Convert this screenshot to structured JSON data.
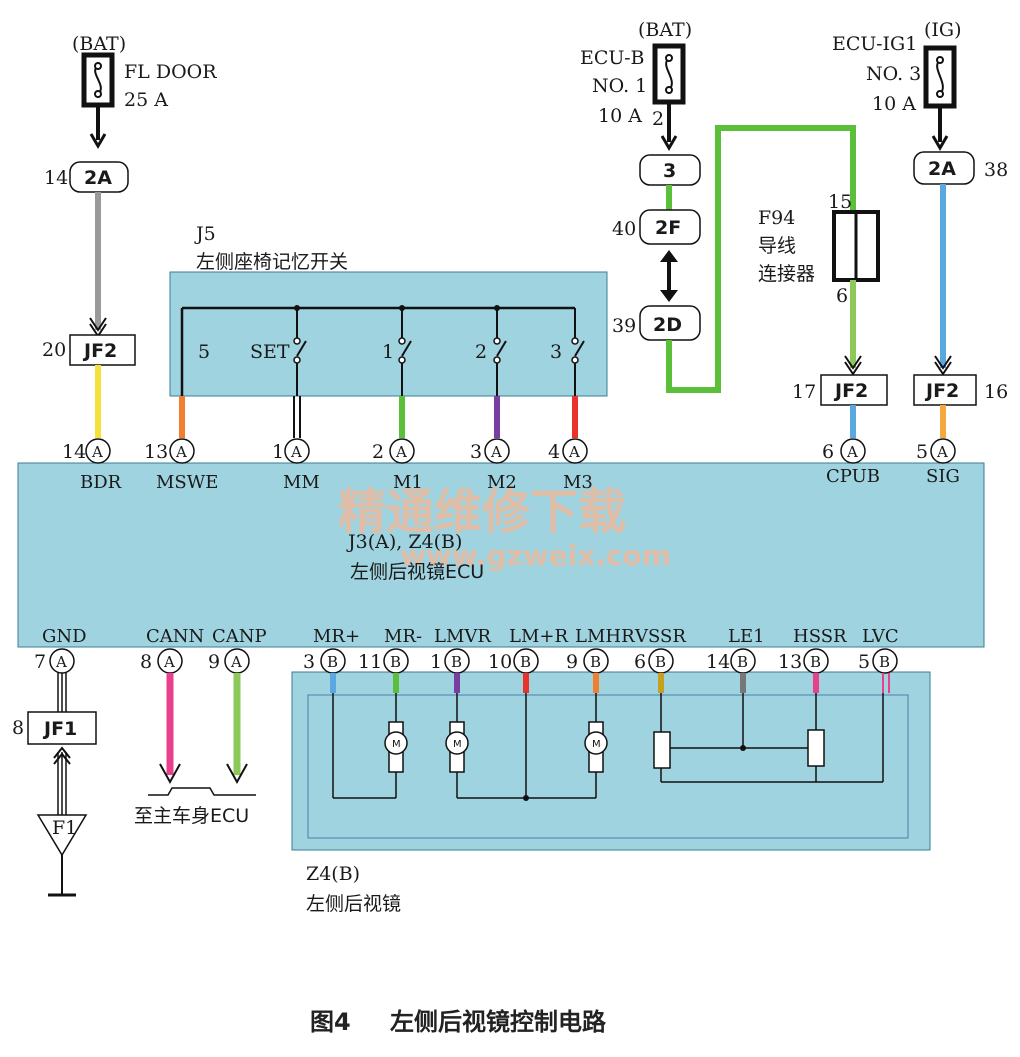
{
  "power_sources": {
    "fl_door": {
      "supply": "(BAT)",
      "name": "FL  DOOR",
      "rating": "25  A"
    },
    "ecu_b": {
      "supply": "(BAT)",
      "name": "ECU-B",
      "no": "NO. 1",
      "rating": "10  A",
      "pin": "2"
    },
    "ecu_ig1": {
      "supply": "(IG)",
      "name": "ECU-IG1",
      "no": "NO. 3",
      "rating": "10  A"
    }
  },
  "connectors": {
    "c_14_2a": {
      "pin": "14",
      "label": "2A"
    },
    "c_3": {
      "label": "3"
    },
    "c_40_2f": {
      "pin": "40",
      "label": "2F"
    },
    "c_39_2d": {
      "pin": "39",
      "label": "2D"
    },
    "c_2a_38": {
      "pin": "38",
      "label": "2A"
    },
    "c_20_jf2": {
      "pin": "20",
      "label": "JF2"
    },
    "c_17_jf2": {
      "pin": "17",
      "label": "JF2"
    },
    "c_16_jf2": {
      "pin": "16",
      "label": "JF2"
    },
    "c_8_jf1": {
      "pin": "8",
      "label": "JF1"
    }
  },
  "f94": {
    "code": "F94",
    "line1": "导线",
    "line2": "连接器",
    "pin_top": "15",
    "pin_bottom": "6"
  },
  "j5": {
    "code": "J5",
    "name": "左侧座椅记忆开关",
    "pin5": "5",
    "switches": [
      "SET",
      "1",
      "2",
      "3"
    ]
  },
  "ecu_pins_top": [
    {
      "num": "14",
      "conn": "A",
      "name": "BDR"
    },
    {
      "num": "13",
      "conn": "A",
      "name": "MSWE"
    },
    {
      "num": "1",
      "conn": "A",
      "name": "MM"
    },
    {
      "num": "2",
      "conn": "A",
      "name": "M1"
    },
    {
      "num": "3",
      "conn": "A",
      "name": "M2"
    },
    {
      "num": "4",
      "conn": "A",
      "name": "M3"
    },
    {
      "num": "6",
      "conn": "A",
      "name": "CPUB"
    },
    {
      "num": "5",
      "conn": "A",
      "name": "SIG"
    }
  ],
  "ecu": {
    "code": "J3(A), Z4(B)",
    "name": "左侧后视镜ECU"
  },
  "watermark": {
    "cn": "精通维修下载",
    "url": "www.gzweix.com"
  },
  "ecu_pins_bottom": [
    {
      "num": "7",
      "conn": "A",
      "name": "GND"
    },
    {
      "num": "8",
      "conn": "A",
      "name": "CANN"
    },
    {
      "num": "9",
      "conn": "A",
      "name": "CANP"
    },
    {
      "num": "3",
      "conn": "B",
      "name": "MR+"
    },
    {
      "num": "11",
      "conn": "B",
      "name": "MR-"
    },
    {
      "num": "1",
      "conn": "B",
      "name": "LMVR"
    },
    {
      "num": "10",
      "conn": "B",
      "name": "LM+R"
    },
    {
      "num": "9",
      "conn": "B",
      "name": "LMHR"
    },
    {
      "num": "6",
      "conn": "B",
      "name": "VSSR"
    },
    {
      "num": "14",
      "conn": "B",
      "name": "LE1"
    },
    {
      "num": "13",
      "conn": "B",
      "name": "HSSR"
    },
    {
      "num": "5",
      "conn": "B",
      "name": "LVC"
    }
  ],
  "can_dest": "至主车身ECU",
  "ground": "F1",
  "motor_symbol": "M",
  "mirror": {
    "code": "Z4(B)",
    "name": "左侧后视镜"
  },
  "caption": {
    "fig": "图4",
    "title": "左侧后视镜控制电路"
  },
  "colors": {
    "panel": "#9fd3e0",
    "grey_wire": "#9a9a9a",
    "yellow_wire": "#f4e23a",
    "orange_wire": "#f08030",
    "green_wire": "#5cbf3a",
    "purple_wire": "#7a3ea0",
    "red_wire": "#e8322a",
    "blue_wire": "#5aa8e0",
    "pink_wire": "#e8408a"
  }
}
